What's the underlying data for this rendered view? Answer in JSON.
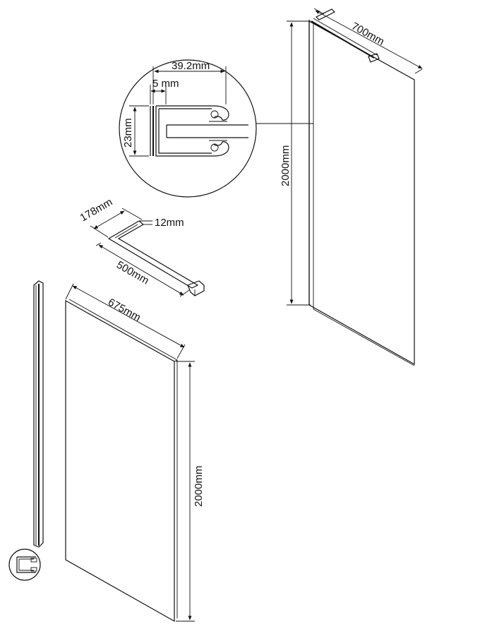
{
  "dimensions": {
    "right_panel_width": "700mm",
    "right_panel_height": "2000mm",
    "profile_width": "39.2mm",
    "profile_slot": "5 mm",
    "profile_height": "23mm",
    "arm_depth": "178mm",
    "arm_thickness": "12mm",
    "arm_length": "500mm",
    "left_panel_width": "675mm",
    "left_panel_height": "2000mm"
  },
  "colors": {
    "line": "#111111",
    "background": "#ffffff"
  }
}
